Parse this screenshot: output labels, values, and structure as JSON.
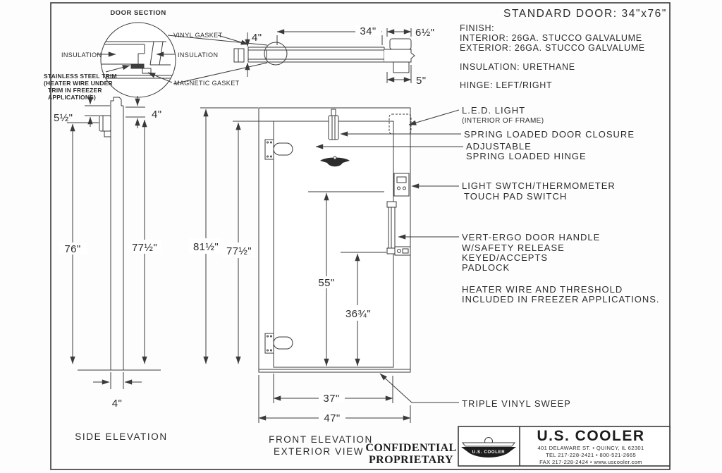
{
  "header": {
    "title": "STANDARD DOOR: 34\"x76\"",
    "finish_label": "FINISH:",
    "interior": "INTERIOR: 26GA. STUCCO GALVALUME",
    "exterior": "EXTERIOR: 26GA. STUCCO GALVALUME",
    "insulation": "INSULATION: URETHANE",
    "hinge": "HINGE: LEFT/RIGHT"
  },
  "door_section": {
    "title": "DOOR SECTION",
    "vinyl_gasket": "VINYL GASKET",
    "insulation_left": "INSULATION",
    "insulation_right": "INSULATION",
    "trim_note_1": "STAINLESS STEEL TRIM",
    "trim_note_2": "(HEATER WIRE UNDER",
    "trim_note_3": "TRIM IN FREEZER",
    "trim_note_4": "APPLICATIONS)",
    "magnetic_gasket": "MAGNETIC GASKET"
  },
  "plan_section": {
    "dim_width": "34\"",
    "dim_thickness": "4\"",
    "dim_frame": "6½\"",
    "dim_jamb": "5\""
  },
  "side_elevation": {
    "label": "SIDE ELEVATION",
    "dim_head": "5½\"",
    "dim_top": "4\"",
    "dim_door_height": "76\"",
    "dim_frame_height": "77½\"",
    "dim_thickness": "4\""
  },
  "front_elevation": {
    "label_1": "FRONT ELEVATION",
    "label_2": "EXTERIOR VIEW",
    "dim_overall_height": "81½\"",
    "dim_frame_height": "77½\"",
    "dim_handle_height": "55\"",
    "dim_switch_height": "36¾\"",
    "dim_leaf_width": "37\"",
    "dim_overall_width": "47\""
  },
  "callouts": {
    "led_1": "L.E.D. LIGHT",
    "led_2": "(INTERIOR OF FRAME)",
    "closure": "SPRING LOADED DOOR CLOSURE",
    "hinge_1": "ADJUSTABLE",
    "hinge_2": "SPRING LOADED HINGE",
    "switch_1": "LIGHT SWTCH/THERMOMETER",
    "switch_2": "TOUCH PAD SWITCH",
    "handle_1": "VERT-ERGO DOOR HANDLE",
    "handle_2": "W/SAFETY RELEASE",
    "handle_3": "KEYED/ACCEPTS",
    "handle_4": "PADLOCK",
    "heater_1": "HEATER WIRE AND THRESHOLD",
    "heater_2": "INCLUDED IN FREEZER APPLICATIONS.",
    "sweep": "TRIPLE VINYL SWEEP"
  },
  "stamp": {
    "line1": "CONFIDENTIAL",
    "line2": "PROPRIETARY"
  },
  "title_block": {
    "logo_text": "U.S. COOLER",
    "company": "U.S. COOLER",
    "address": "401 DELAWARE ST. • QUINCY, IL 62301",
    "phone": "TEL 217-228-2421 • 800-521-2665",
    "fax": "FAX 217-228-2424 • www.uscooler.com"
  }
}
